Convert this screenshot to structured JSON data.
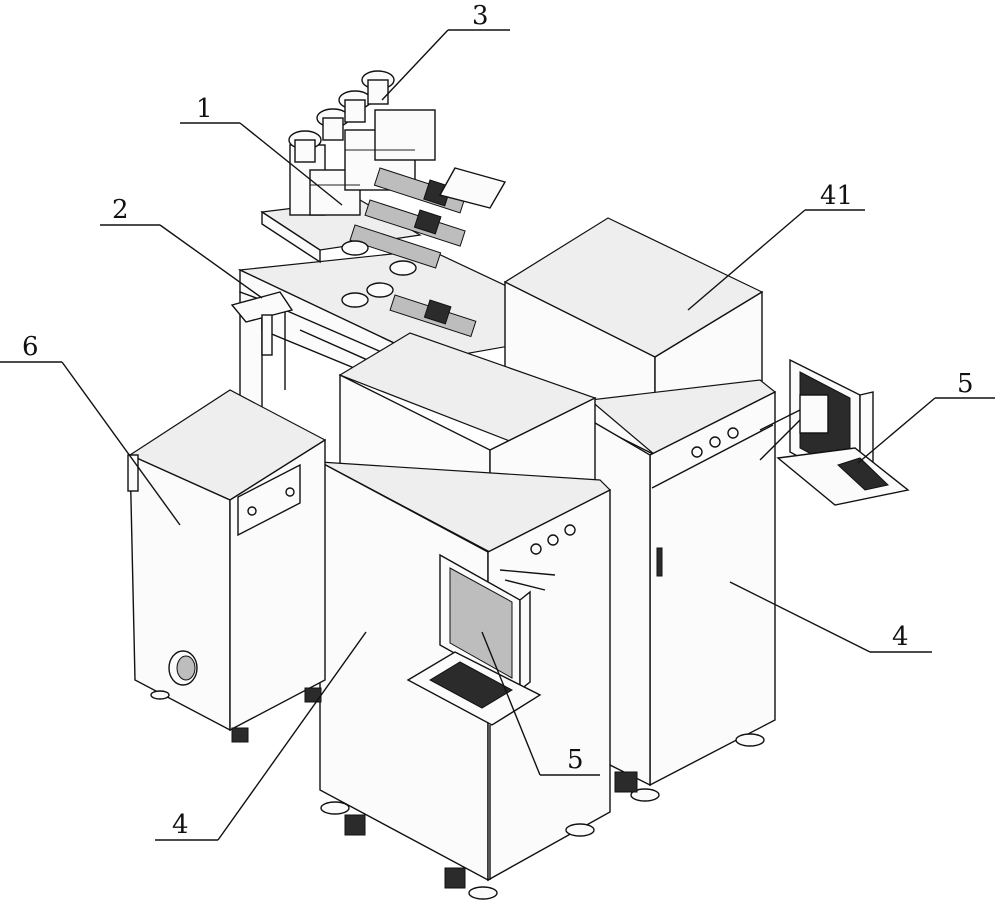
{
  "figure": {
    "callouts": [
      {
        "id": "c1",
        "label": "1"
      },
      {
        "id": "c2",
        "label": "2"
      },
      {
        "id": "c3",
        "label": "3"
      },
      {
        "id": "c41",
        "label": "41"
      },
      {
        "id": "c6",
        "label": "6"
      },
      {
        "id": "c5a",
        "label": "5"
      },
      {
        "id": "c5b",
        "label": "5"
      },
      {
        "id": "c4a",
        "label": "4"
      },
      {
        "id": "c4b",
        "label": "4"
      }
    ]
  }
}
